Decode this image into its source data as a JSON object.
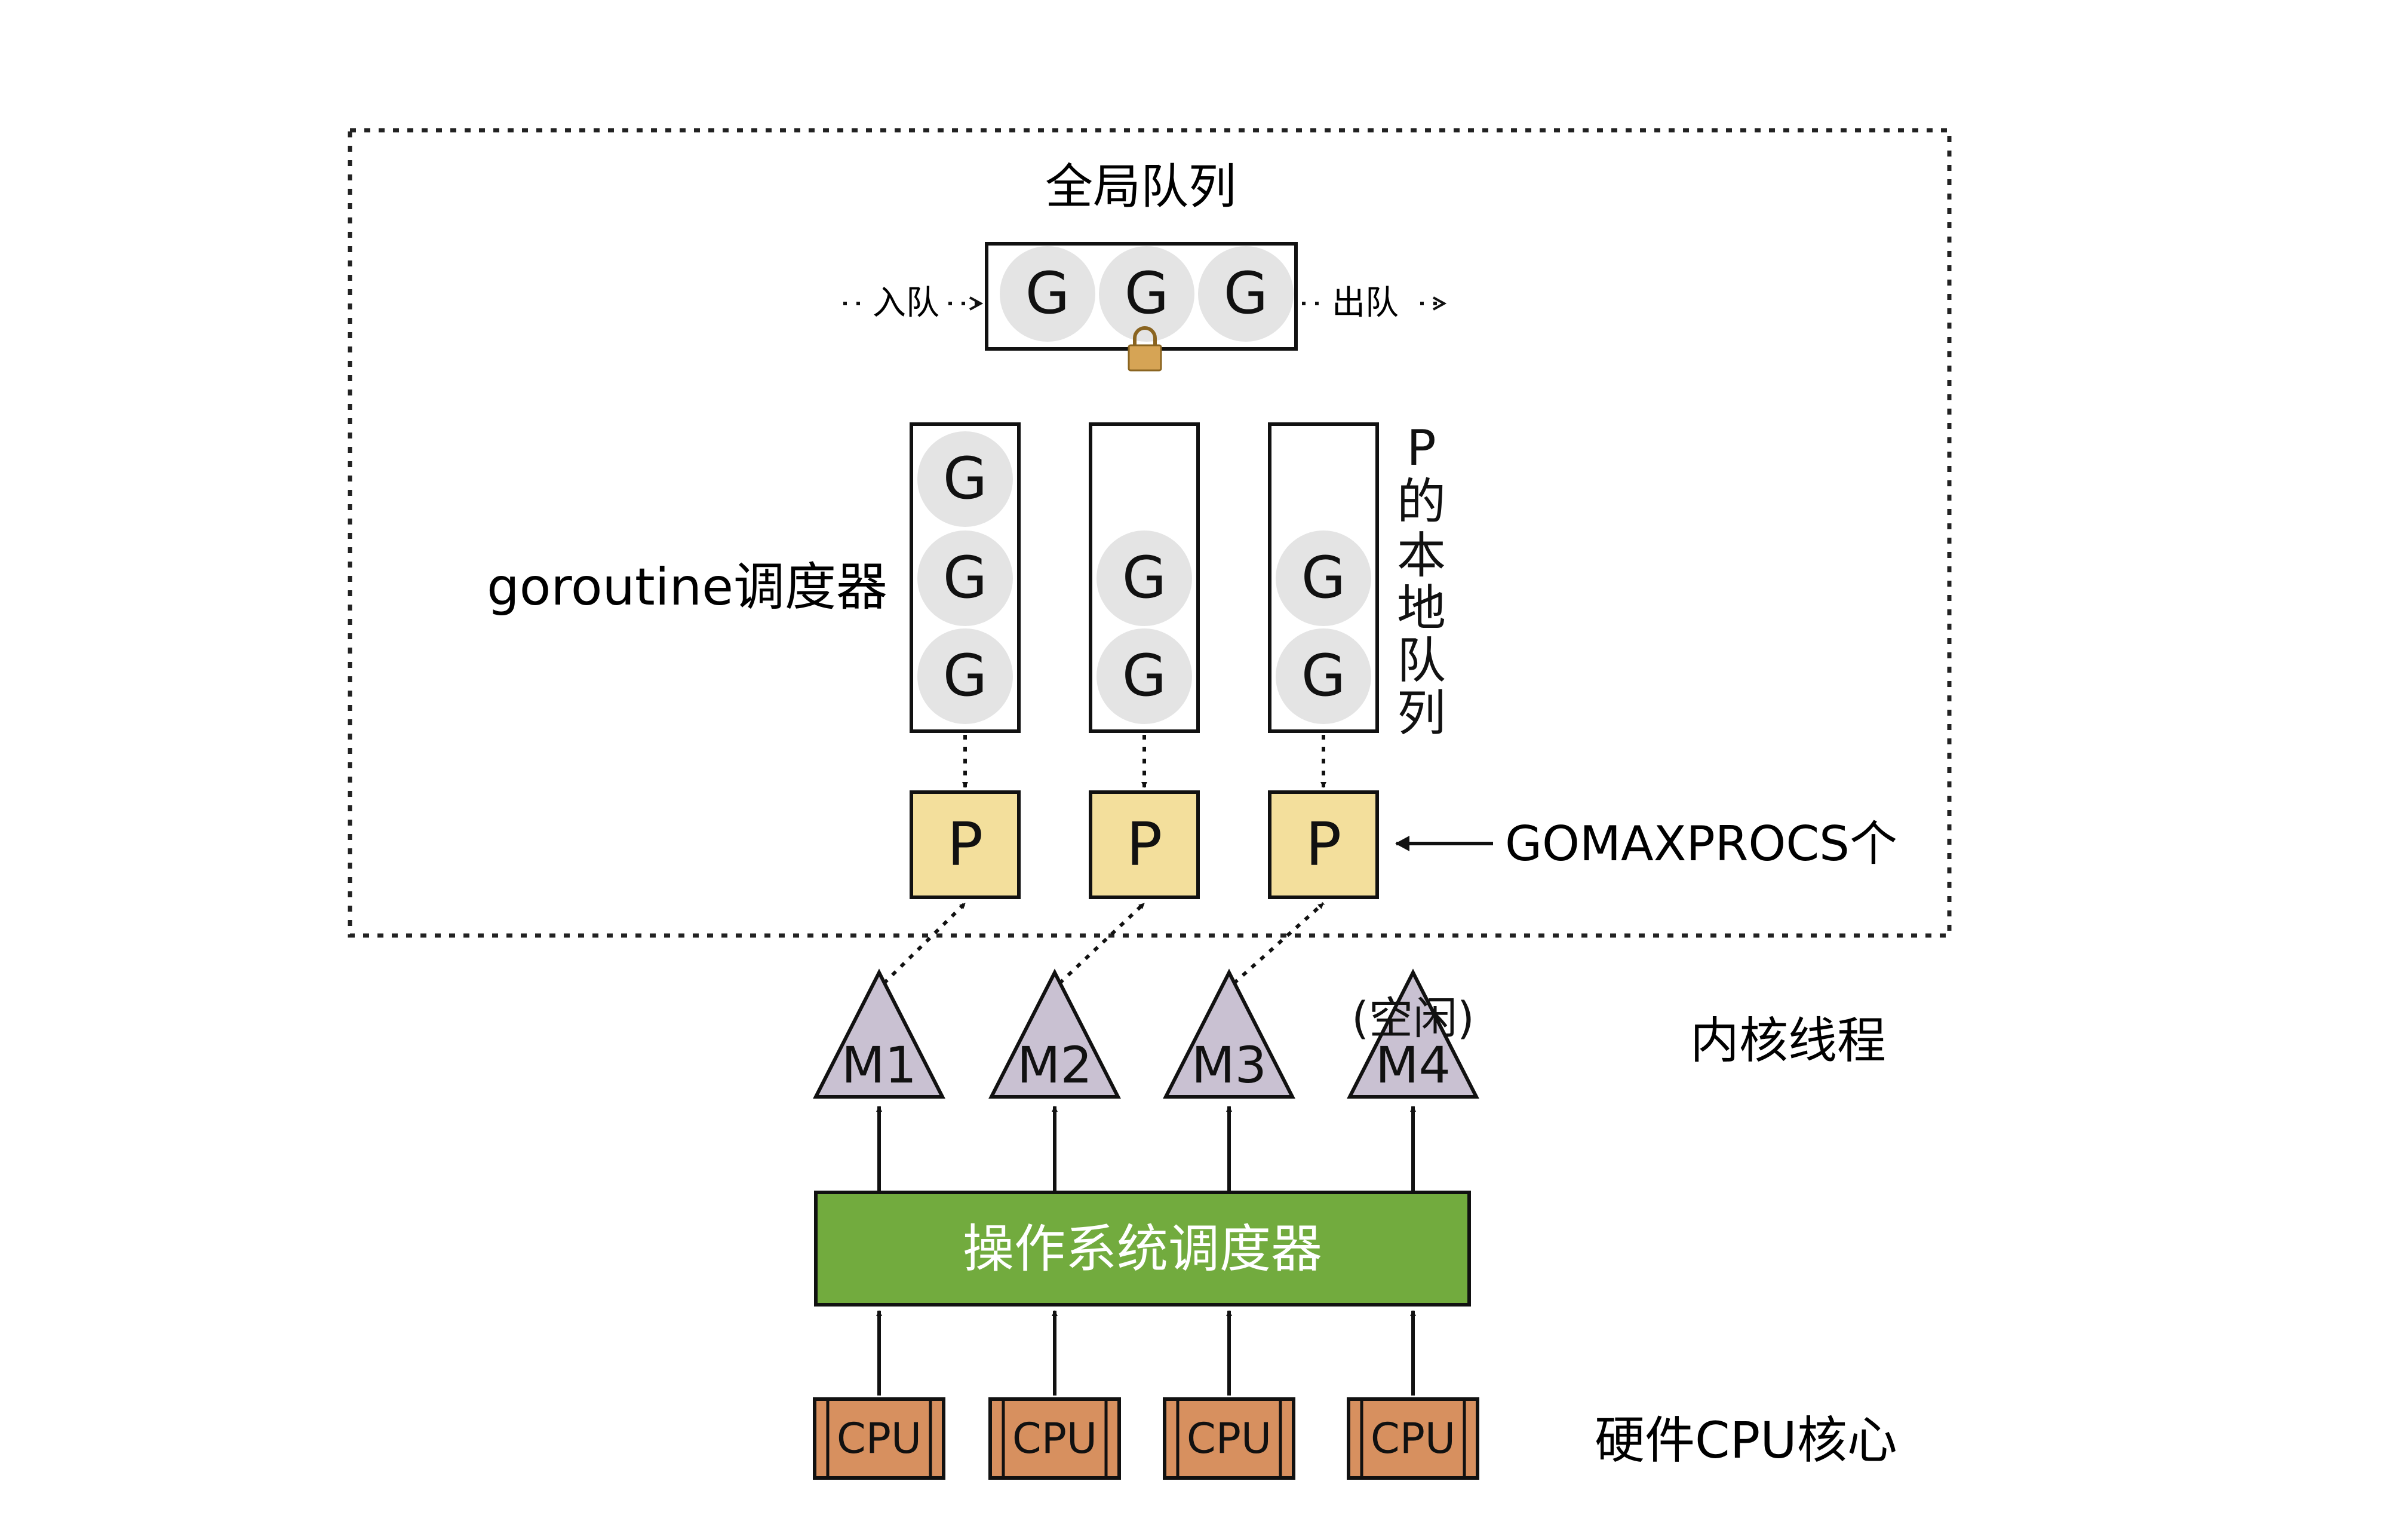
{
  "global_queue": {
    "title": "全局队列",
    "enqueue_label": "入队",
    "dequeue_label": "出队",
    "items": [
      "G",
      "G",
      "G"
    ],
    "locked_item_index": 1
  },
  "scheduler_label": "goroutine调度器",
  "local_queue_label": [
    "P",
    "的",
    "本",
    "地",
    "队",
    "列"
  ],
  "local_queues": [
    {
      "items": [
        "G",
        "G",
        "G"
      ],
      "processor": "P"
    },
    {
      "items": [
        "G",
        "G"
      ],
      "processor": "P"
    },
    {
      "items": [
        "G",
        "G"
      ],
      "processor": "P"
    }
  ],
  "gomaxprocs_label": "GOMAXPROCS个",
  "threads_label": "内核线程",
  "threads": [
    {
      "label": "M1",
      "note": ""
    },
    {
      "label": "M2",
      "note": ""
    },
    {
      "label": "M3",
      "note": ""
    },
    {
      "label": "M4",
      "note": "(空闲)"
    }
  ],
  "os_scheduler_label": "操作系统调度器",
  "cpu_section_label": "硬件CPU核心",
  "cpus": [
    "CPU",
    "CPU",
    "CPU",
    "CPU"
  ],
  "colors": {
    "processor_fill": "#f3df9c",
    "thread_fill": "#c9c1d2",
    "os_scheduler_fill": "#72ab3e",
    "cpu_fill": "#d7905f",
    "goroutine_fill": "#e4e4e4",
    "lock_fill": "#d6a455"
  }
}
